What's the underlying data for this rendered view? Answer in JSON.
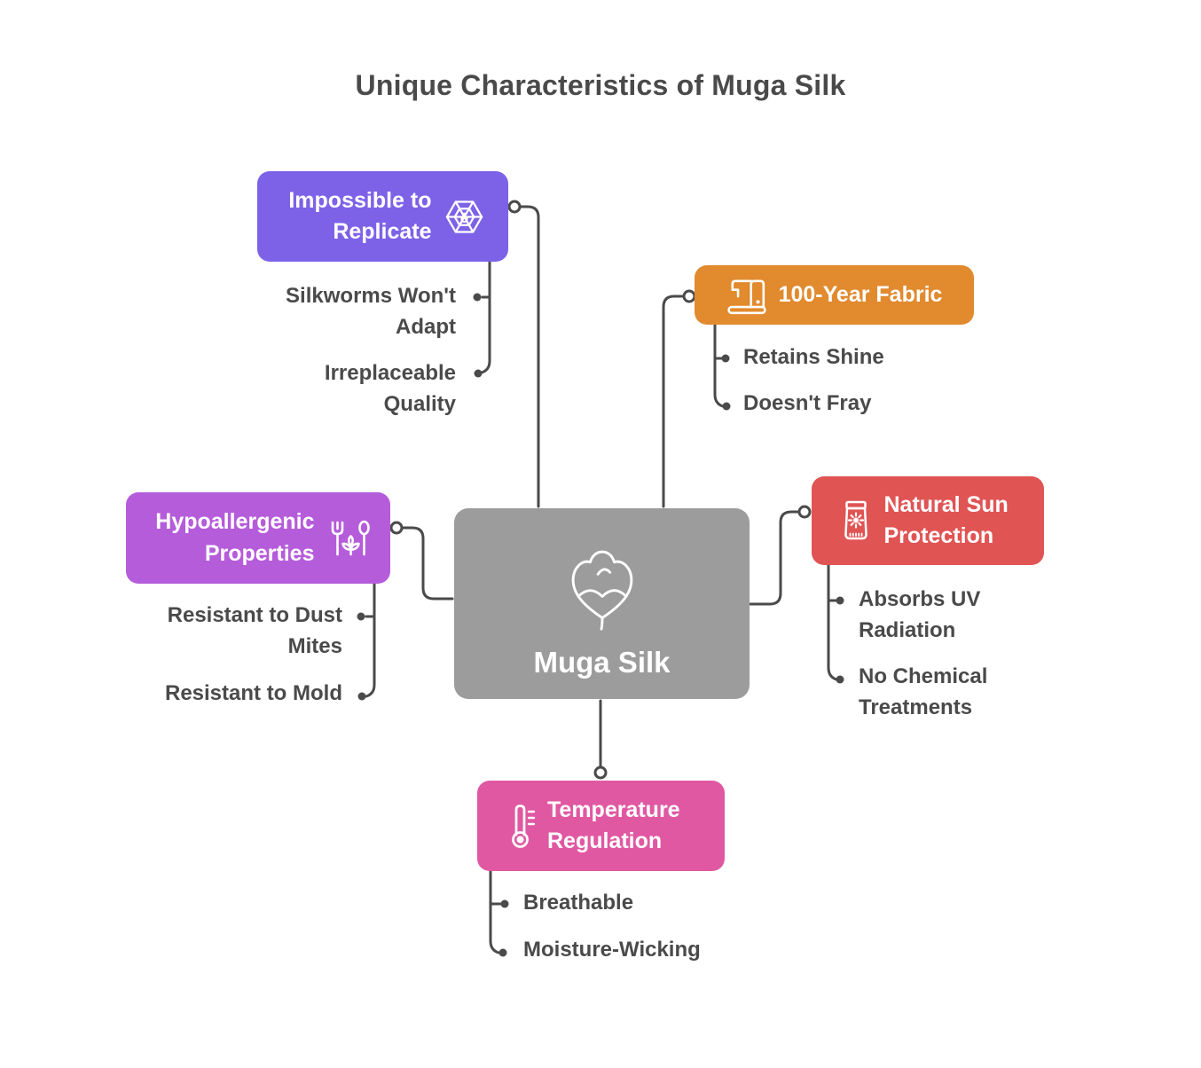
{
  "title": "Unique Characteristics of Muga Silk",
  "center_node": {
    "label": "Muga Silk",
    "icon": "cotton-boll-icon",
    "color": "#9C9C9C"
  },
  "branch_nodes": [
    {
      "label": "Impossible to\nReplicate",
      "icon": "spider-web-icon",
      "color": "#7D62E8",
      "children": [
        "Silkworms Won't\nAdapt",
        "Irreplaceable\nQuality"
      ]
    },
    {
      "label": "100-Year Fabric",
      "icon": "sewing-machine-icon",
      "color": "#E18A2E",
      "children": [
        "Retains Shine",
        "Doesn't Fray"
      ]
    },
    {
      "label": "Hypoallergenic\nProperties",
      "icon": "utensils-leaf-icon",
      "color": "#B55CDA",
      "children": [
        "Resistant to Dust\nMites",
        "Resistant to Mold"
      ]
    },
    {
      "label": "Natural Sun\nProtection",
      "icon": "sunscreen-tube-icon",
      "color": "#E05454",
      "children": [
        "Absorbs UV\nRadiation",
        "No Chemical\nTreatments"
      ]
    },
    {
      "label": "Temperature\nRegulation",
      "icon": "thermometer-icon",
      "color": "#E058A2",
      "children": [
        "Breathable",
        "Moisture-Wicking"
      ]
    }
  ],
  "connector_color": "#4A4A4A",
  "text_color": "#4A4A4A",
  "background_color": "#FFFFFF"
}
